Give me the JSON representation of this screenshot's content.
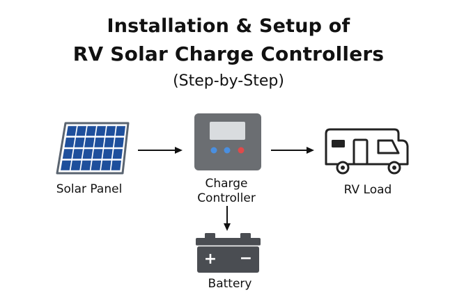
{
  "title": {
    "line1": "Installation & Setup of",
    "line2": "RV Solar Charge Controllers"
  },
  "subtitle": "(Step-by-Step)",
  "nodes": {
    "solar_panel": {
      "label": "Solar Panel",
      "icon": "solar-panel-icon"
    },
    "charge_controller": {
      "label_line1": "Charge",
      "label_line2": "Controller",
      "icon": "charge-controller-icon"
    },
    "rv_load": {
      "label": "RV Load",
      "icon": "rv-icon"
    },
    "battery": {
      "label": "Battery",
      "icon": "battery-icon",
      "positive_symbol": "+",
      "negative_symbol": "−"
    }
  },
  "colors": {
    "panel_cell": "#1e4f9c",
    "panel_frame": "#5a6470",
    "controller_body": "#6b6e72",
    "controller_screen": "#d9dcdf",
    "led_blue": "#4a8fe0",
    "led_red": "#e04a4a",
    "battery_body": "#4a4d52",
    "arrow": "#111111"
  }
}
